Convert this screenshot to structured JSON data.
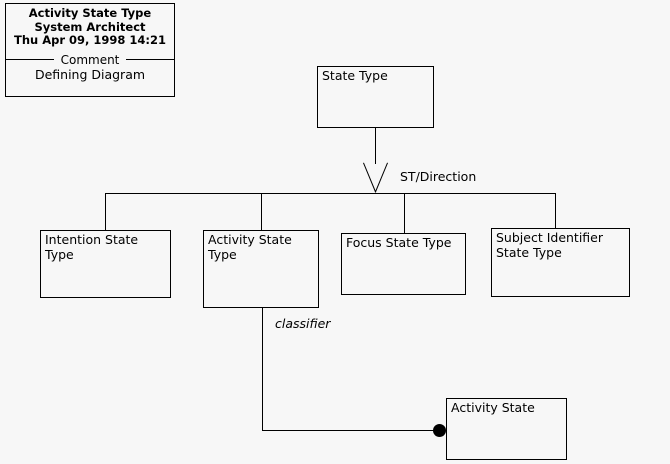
{
  "diagram": {
    "type": "uml-class-diagram",
    "background_color": "#f7f7f7",
    "line_color": "#000000",
    "title_block": {
      "line1": "Activity State Type",
      "line2": "System Architect",
      "line3": "Thu Apr 09, 1998  14:21",
      "section_label": "Comment",
      "comment_text": "Defining Diagram"
    },
    "nodes": [
      {
        "id": "state-type",
        "label": "State Type"
      },
      {
        "id": "intention",
        "label": "Intention State Type"
      },
      {
        "id": "activity-type",
        "label": "Activity State\nType"
      },
      {
        "id": "focus",
        "label": "Focus State Type"
      },
      {
        "id": "subject",
        "label": "Subject Identifier\nState Type"
      },
      {
        "id": "activity-state",
        "label": "Activity State"
      }
    ],
    "edges": [
      {
        "id": "generalization",
        "kind": "generalization",
        "label": "ST/Direction",
        "from": "state-type",
        "to": [
          "intention",
          "activity-type",
          "focus",
          "subject"
        ]
      },
      {
        "id": "classifier-assoc",
        "kind": "association",
        "label": "classifier",
        "label_style": "italic",
        "from": "activity-type",
        "to": "activity-state",
        "end_marker": "filled-circle"
      }
    ]
  }
}
